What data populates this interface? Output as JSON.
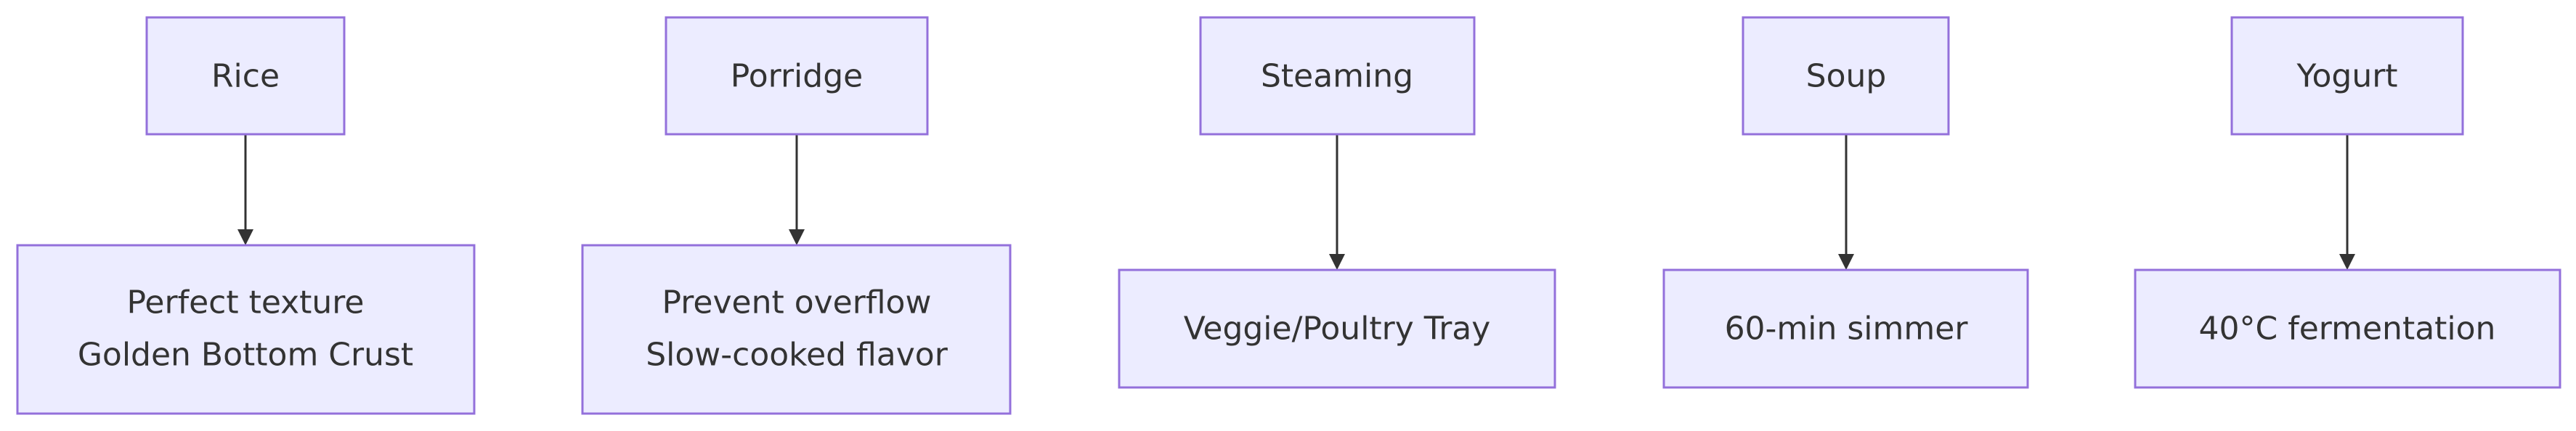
{
  "diagram": {
    "type": "flowchart",
    "direction": "top-down",
    "colors": {
      "node_fill": "#ececff",
      "node_border": "#9370db",
      "text": "#333333",
      "edge": "#333333",
      "background": "#ffffff"
    },
    "nodes": {
      "rice": {
        "label": "Rice"
      },
      "porridge": {
        "label": "Porridge"
      },
      "steaming": {
        "label": "Steaming"
      },
      "soup": {
        "label": "Soup"
      },
      "yogurt": {
        "label": "Yogurt"
      },
      "rice_result": {
        "lines": [
          "Perfect texture",
          "Golden Bottom Crust"
        ]
      },
      "porridge_result": {
        "lines": [
          "Prevent overflow",
          "Slow-cooked flavor"
        ]
      },
      "steaming_result": {
        "lines": [
          "Veggie/Poultry Tray"
        ]
      },
      "soup_result": {
        "lines": [
          "60-min simmer"
        ]
      },
      "yogurt_result": {
        "lines": [
          "40°C fermentation"
        ]
      }
    },
    "edges": [
      {
        "from": "rice",
        "to": "rice_result"
      },
      {
        "from": "porridge",
        "to": "porridge_result"
      },
      {
        "from": "steaming",
        "to": "steaming_result"
      },
      {
        "from": "soup",
        "to": "soup_result"
      },
      {
        "from": "yogurt",
        "to": "yogurt_result"
      }
    ]
  }
}
